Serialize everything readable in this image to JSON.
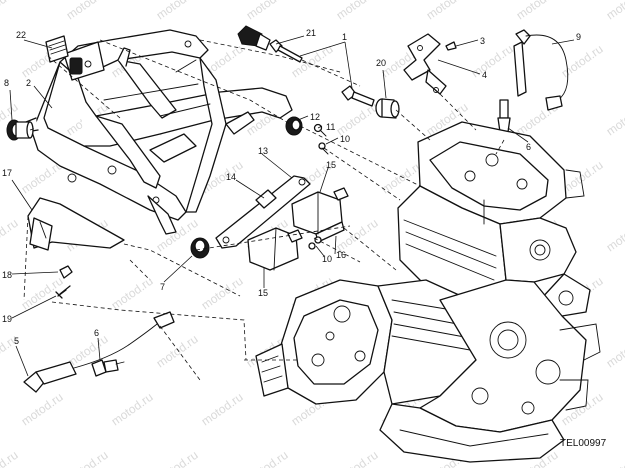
{
  "diagram": {
    "drawing_code": "TEL00997",
    "watermark_text": "motod.ru",
    "callouts": [
      {
        "id": "c1",
        "text": "1"
      },
      {
        "id": "c2",
        "text": "2"
      },
      {
        "id": "c3",
        "text": "3"
      },
      {
        "id": "c4",
        "text": "4"
      },
      {
        "id": "c5",
        "text": "5"
      },
      {
        "id": "c6a",
        "text": "6"
      },
      {
        "id": "c6b",
        "text": "6"
      },
      {
        "id": "c7",
        "text": "7"
      },
      {
        "id": "c8",
        "text": "8"
      },
      {
        "id": "c9",
        "text": "9"
      },
      {
        "id": "c10a",
        "text": "10"
      },
      {
        "id": "c10b",
        "text": "10"
      },
      {
        "id": "c11",
        "text": "11"
      },
      {
        "id": "c12",
        "text": "12"
      },
      {
        "id": "c13",
        "text": "13"
      },
      {
        "id": "c14",
        "text": "14"
      },
      {
        "id": "c15a",
        "text": "15"
      },
      {
        "id": "c15b",
        "text": "15"
      },
      {
        "id": "c16",
        "text": "16"
      },
      {
        "id": "c17",
        "text": "17"
      },
      {
        "id": "c18",
        "text": "18"
      },
      {
        "id": "c19",
        "text": "19"
      },
      {
        "id": "c20",
        "text": "20"
      },
      {
        "id": "c21",
        "text": "21"
      },
      {
        "id": "c22",
        "text": "22"
      }
    ]
  }
}
